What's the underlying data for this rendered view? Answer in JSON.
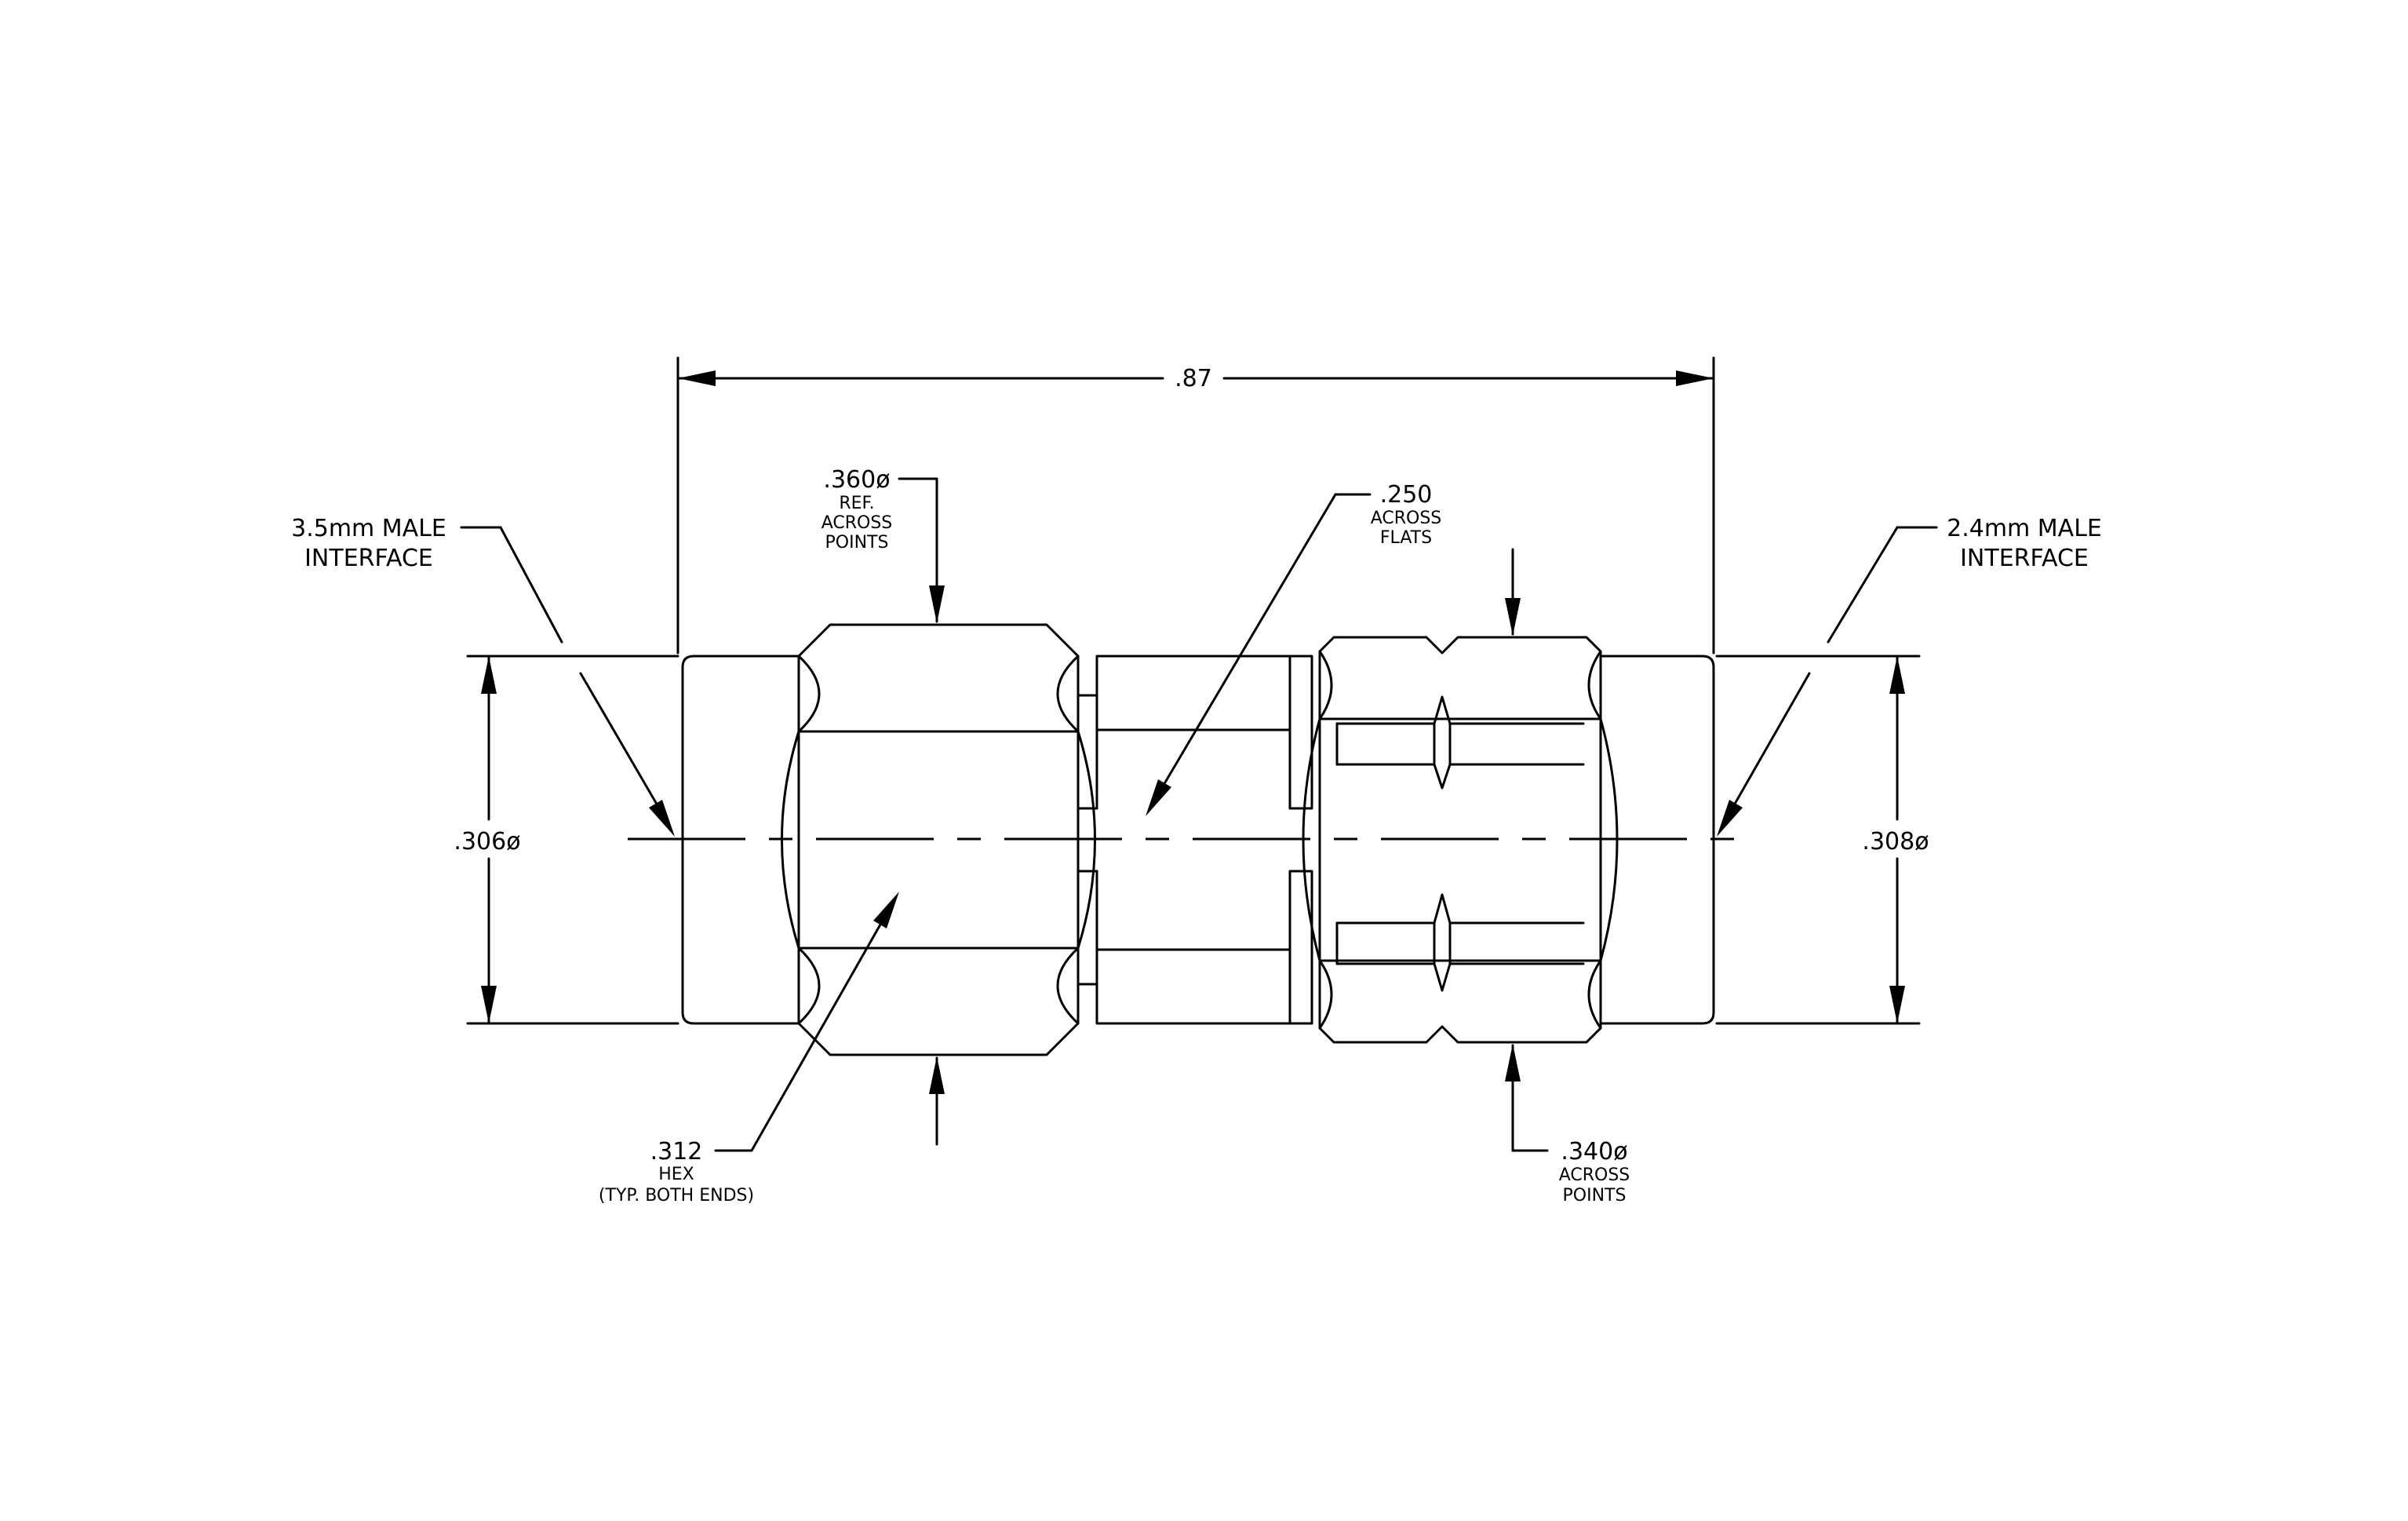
{
  "colors": {
    "line": "#000000",
    "background": "#ffffff"
  },
  "labels": {
    "overall_length": ".87",
    "left_interface_line1": "3.5mm MALE",
    "left_interface_line2": "INTERFACE",
    "right_interface_line1": "2.4mm MALE",
    "right_interface_line2": "INTERFACE",
    "hex360_value": ".360ø",
    "hex360_note1": "REF.",
    "hex360_note2": "ACROSS",
    "hex360_note3": "POINTS",
    "flats250_value": ".250",
    "flats250_note1": "ACROSS",
    "flats250_note2": "FLATS",
    "dia306": ".306ø",
    "dia308": ".308ø",
    "hex312_value": ".312",
    "hex312_note1": "HEX",
    "hex312_note2": "(TYP. BOTH ENDS)",
    "hex340_value": ".340ø",
    "hex340_note1": "ACROSS",
    "hex340_note2": "POINTS"
  }
}
